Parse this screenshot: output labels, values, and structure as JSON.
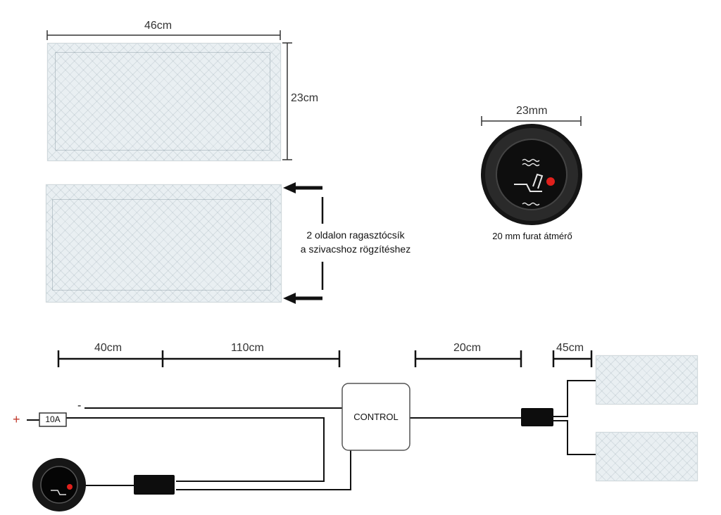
{
  "top_pad": {
    "width_label": "46cm",
    "height_label": "23cm"
  },
  "bottom_pad": {
    "note_line1": "2 oldalon ragasztócsík",
    "note_line2": "a szivacshoz rögzítéshez"
  },
  "switch": {
    "width_label": "23mm",
    "hole_label": "20 mm furat átmérő"
  },
  "wiring": {
    "seg1": "40cm",
    "seg2": "110cm",
    "seg3": "20cm",
    "seg4": "45cm",
    "control": "CONTROL",
    "fuse": "10A",
    "plus": "+",
    "minus": "-"
  },
  "colors": {
    "switch_body": "#1b1b1b",
    "indicator": "#e0201c",
    "plus_sign": "#c0392b"
  }
}
